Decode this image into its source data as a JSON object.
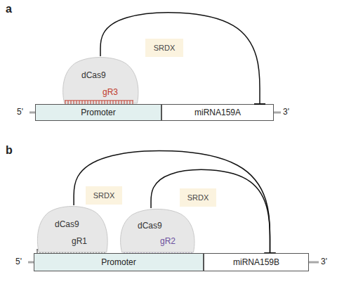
{
  "diagram": {
    "nodes": [
      {
        "text": [
          "dCas9",
          "gR3"
        ]
      },
      {
        "text": [
          "SRDX"
        ]
      },
      {
        "text": [
          "Promoter"
        ]
      },
      {
        "text": [
          "miRNA159A"
        ]
      },
      {
        "text": [
          "dCas9",
          "gR1"
        ]
      },
      {
        "text": [
          "SRDX"
        ]
      },
      {
        "text": [
          "dCas9",
          "gR2"
        ]
      },
      {
        "text": [
          "SRDX"
        ]
      },
      {
        "text": [
          "Promoter"
        ]
      },
      {
        "text": [
          "miRNA159B"
        ]
      }
    ],
    "edges": [
      {
        "from": 0,
        "to": 3,
        "arrow": "to"
      },
      {
        "from": 4,
        "to": 9,
        "arrow": "to"
      },
      {
        "from": 6,
        "to": 9,
        "arrow": "to"
      }
    ],
    "labels": [
      "a",
      "5'",
      "3'",
      "b",
      "5'",
      "3'"
    ]
  }
}
